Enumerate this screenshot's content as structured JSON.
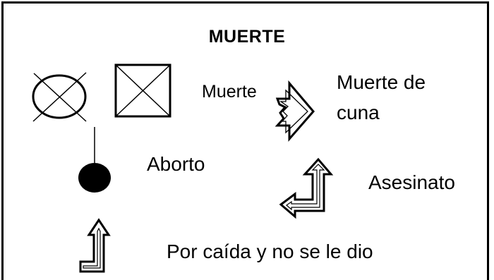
{
  "title": "MUERTE",
  "labels": {
    "muerte": "Muerte",
    "muerte_de_cuna_line1": "Muerte de",
    "muerte_de_cuna_line2": "cuna",
    "aborto": "Aborto",
    "asesinato": "Asesinato",
    "por_caida": "Por caída y no se le dio"
  },
  "symbols": [
    "crossed-circle-icon",
    "crossed-square-icon",
    "jagged-arrow-icon",
    "filled-circle-stem-icon",
    "hook-arrow-icon",
    "small-hook-arrow-icon"
  ]
}
